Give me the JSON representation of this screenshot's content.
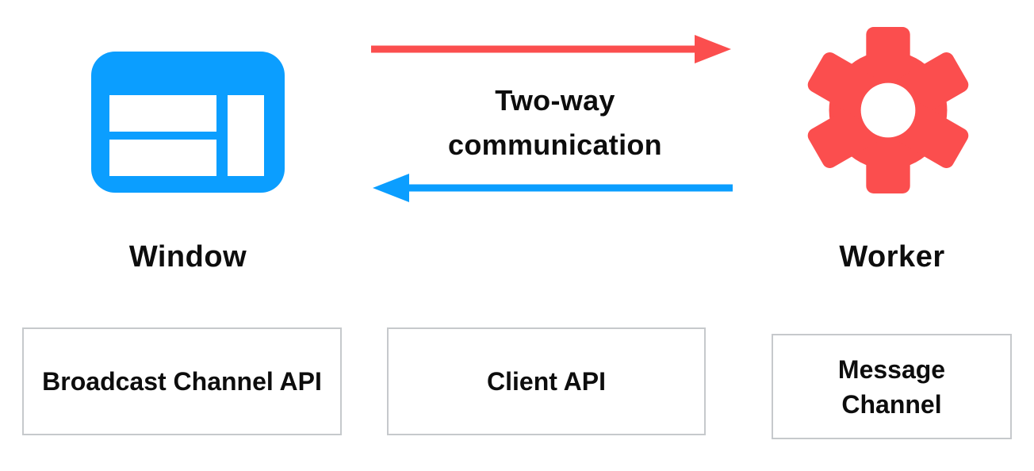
{
  "colors": {
    "blue": "#0B9EFF",
    "red": "#FB4E4E",
    "text": "#0d0d0d",
    "box_border": "#c6c9cc"
  },
  "nodes": {
    "window": {
      "label": "Window",
      "icon": "browser-window-icon"
    },
    "worker": {
      "label": "Worker",
      "icon": "gear-icon"
    }
  },
  "communication": {
    "label": "Two-way communication",
    "arrows": [
      {
        "direction": "right",
        "from": "Window",
        "to": "Worker",
        "color": "#FB4E4E"
      },
      {
        "direction": "left",
        "from": "Worker",
        "to": "Window",
        "color": "#0B9EFF"
      }
    ]
  },
  "api_boxes": [
    {
      "label": "Broadcast Channel API"
    },
    {
      "label": "Client API"
    },
    {
      "label": "Message Channel"
    }
  ]
}
